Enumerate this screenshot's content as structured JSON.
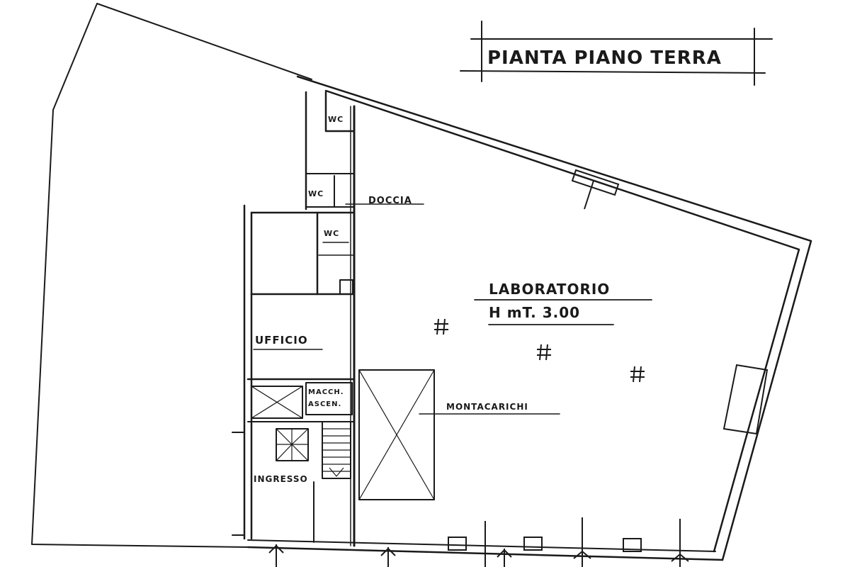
{
  "title": "PIANTA PIANO TERRA",
  "rooms": {
    "laboratorio": {
      "name": "LABORATORIO",
      "height": "H mT. 3.00"
    },
    "ufficio": "UFFICIO",
    "ingresso": "INGRESSO",
    "doccia": "DOCCIA",
    "wc_1": "WC",
    "wc_2": "WC",
    "wc_3": "WC",
    "macch_ascen_line1": "MACCH.",
    "macch_ascen_line2": "ASCEN.",
    "montacarichi": "MONTACARICHI"
  },
  "colors": {
    "ink": "#1a1a1a",
    "paper": "#ffffff"
  }
}
